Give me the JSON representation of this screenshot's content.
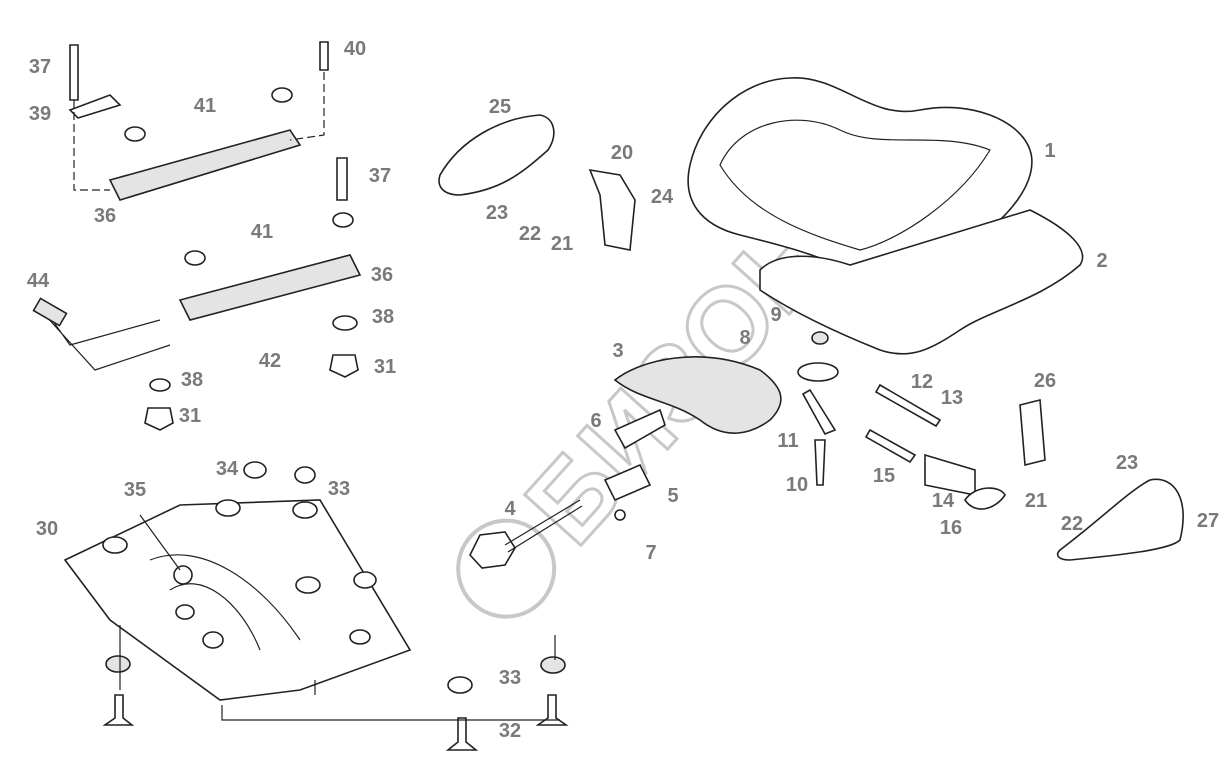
{
  "diagram": {
    "type": "exploded parts diagram",
    "watermark": "БИЗОН",
    "callouts": [
      "37",
      "40",
      "39",
      "41",
      "36",
      "37",
      "41",
      "36",
      "44",
      "38",
      "42",
      "38",
      "31",
      "31",
      "25",
      "20",
      "24",
      "23",
      "22",
      "21",
      "1",
      "2",
      "9",
      "8",
      "3",
      "12",
      "13",
      "26",
      "6",
      "11",
      "15",
      "10",
      "14",
      "16",
      "23",
      "21",
      "22",
      "27",
      "4",
      "5",
      "7",
      "34",
      "33",
      "35",
      "30",
      "33",
      "32"
    ]
  }
}
